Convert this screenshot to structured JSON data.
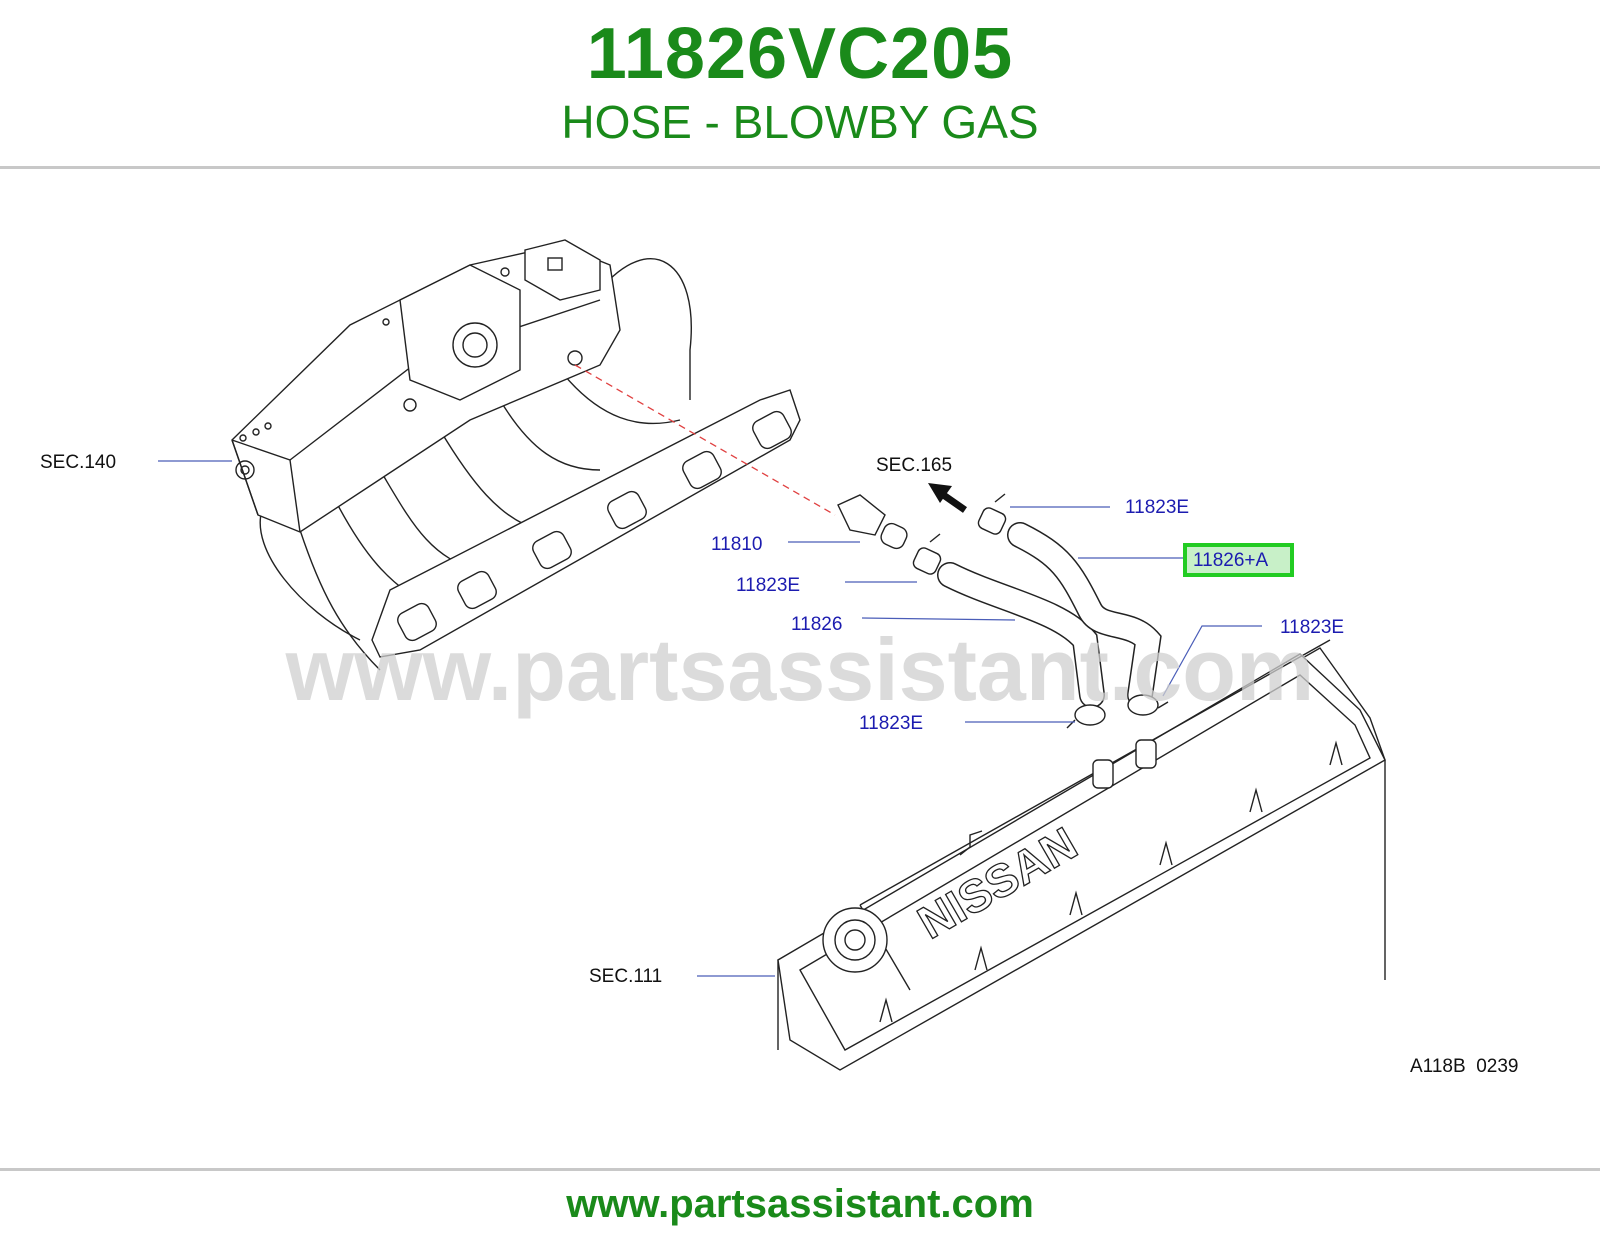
{
  "header": {
    "part_number": "11826VC205",
    "part_name": "HOSE - BLOWBY GAS"
  },
  "diagram": {
    "callouts": {
      "sec_140": "SEC.140",
      "sec_165": "SEC.165",
      "sec_111": "SEC.111",
      "clamp_top": "11823E",
      "hose_highlight": "11826+A",
      "valve": "11810",
      "clamp_left": "11823E",
      "hose": "11826",
      "clamp_right": "11823E",
      "clamp_bottom": "11823E"
    },
    "illustration_code": "A118B  0239",
    "watermark": "www.partsassistant.com",
    "cover_logo": "NISSAN",
    "highlight_color": "#22cc22",
    "callout_color": "#1c1cb0"
  },
  "footer": {
    "url": "www.partsassistant.com"
  }
}
